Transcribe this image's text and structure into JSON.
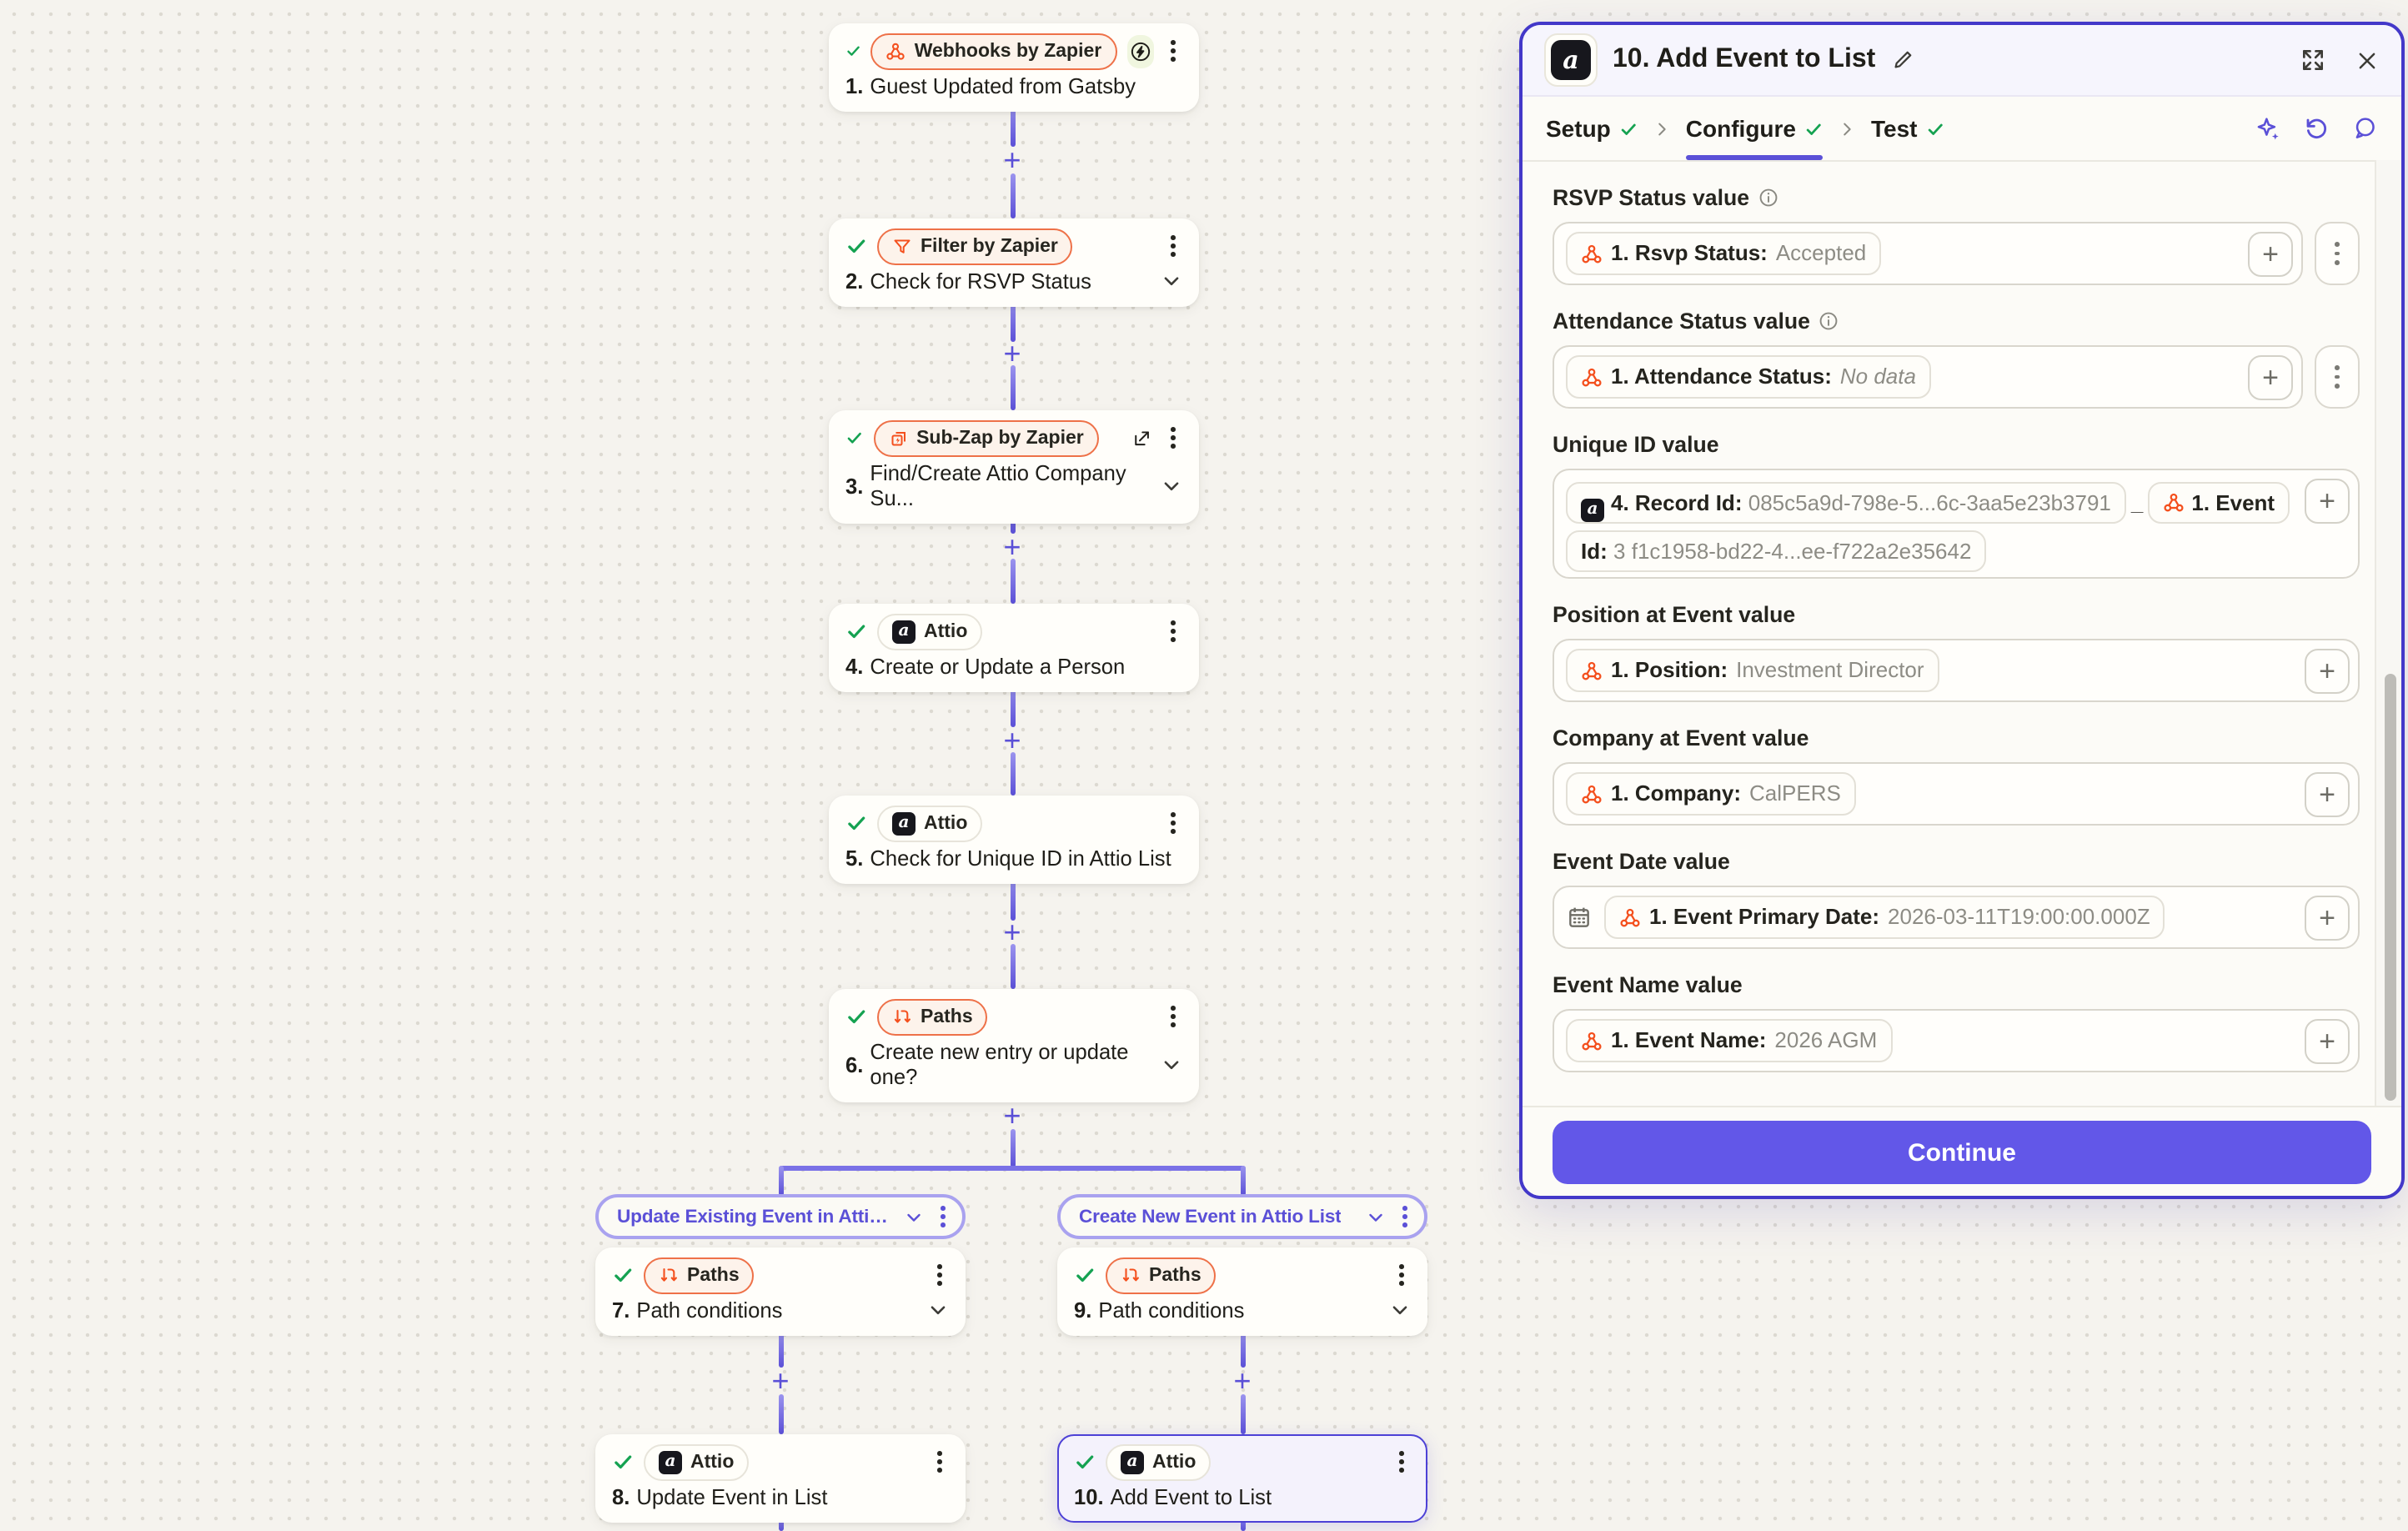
{
  "symbols": {
    "plus": "+"
  },
  "colors": {
    "accent_purple": "#5b50d7",
    "zapier_orange": "#f4501e",
    "success_green": "#15a251",
    "continue_bg": "#6257e8",
    "selected_node_border": "#4d41d6",
    "canvas_bg": "#f5f3ee"
  },
  "canvas": {
    "nodes": [
      {
        "app_label": "Webhooks by Zapier",
        "step_num": "1.",
        "step_title": "Guest Updated from Gatsby"
      },
      {
        "app_label": "Filter by Zapier",
        "step_num": "2.",
        "step_title": "Check for RSVP Status"
      },
      {
        "app_label": "Sub-Zap by Zapier",
        "step_num": "3.",
        "step_title": "Find/Create Attio Company Su..."
      },
      {
        "app_label": "Attio",
        "step_num": "4.",
        "step_title": "Create or Update a Person"
      },
      {
        "app_label": "Attio",
        "step_num": "5.",
        "step_title": "Check for Unique ID in Attio List"
      },
      {
        "app_label": "Paths",
        "step_num": "6.",
        "step_title": "Create new entry or update one?"
      }
    ],
    "branches": [
      {
        "label": "Update Existing Event in Attio List",
        "path_node": {
          "app_label": "Paths",
          "step_num": "7.",
          "step_title": "Path conditions"
        },
        "action_node": {
          "app_label": "Attio",
          "step_num": "8.",
          "step_title": "Update Event in List"
        }
      },
      {
        "label": "Create New Event in Attio List",
        "path_node": {
          "app_label": "Paths",
          "step_num": "9.",
          "step_title": "Path conditions"
        },
        "action_node": {
          "app_label": "Attio",
          "step_num": "10.",
          "step_title": "Add Event to List"
        }
      }
    ]
  },
  "panel": {
    "title": "10. Add Event to List",
    "tabs": {
      "setup": "Setup",
      "configure": "Configure",
      "test": "Test"
    },
    "fields": {
      "rsvp": {
        "label": "RSVP Status value",
        "token_name": "1. Rsvp Status:",
        "token_value": "Accepted"
      },
      "attendance": {
        "label": "Attendance Status value",
        "token_name": "1. Attendance Status:",
        "token_value": "No data"
      },
      "unique_id": {
        "label": "Unique ID value",
        "token1_name": "4. Record Id:",
        "token1_value": "085c5a9d-798e-5...6c-3aa5e23b3791",
        "separator": "_",
        "token2_name": "1. Event Id:",
        "token2_value_line1": "3",
        "token2_value_line2": "f1c1958-bd22-4...ee-f722a2e35642"
      },
      "position": {
        "label": "Position at Event value",
        "token_name": "1. Position:",
        "token_value": "Investment Director"
      },
      "company": {
        "label": "Company at Event value",
        "token_name": "1. Company:",
        "token_value": "CalPERS"
      },
      "event_date": {
        "label": "Event Date value",
        "token_name": "1. Event Primary Date:",
        "token_value": "2026-03-11T19:00:00.000Z"
      },
      "event_name": {
        "label": "Event Name value",
        "token_name": "1. Event Name:",
        "token_value": "2026 AGM"
      }
    },
    "continue_label": "Continue"
  }
}
